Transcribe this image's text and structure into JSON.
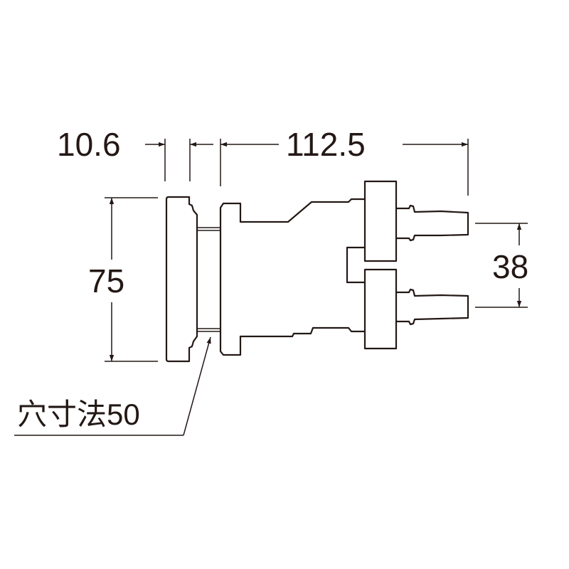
{
  "dimensions": {
    "flange_thickness": "10.6",
    "body_length": "112.5",
    "flange_height": "75",
    "outlet_pitch": "38",
    "hole_size": "穴寸法50"
  },
  "colors": {
    "line": "#231815",
    "background": "#ffffff"
  }
}
